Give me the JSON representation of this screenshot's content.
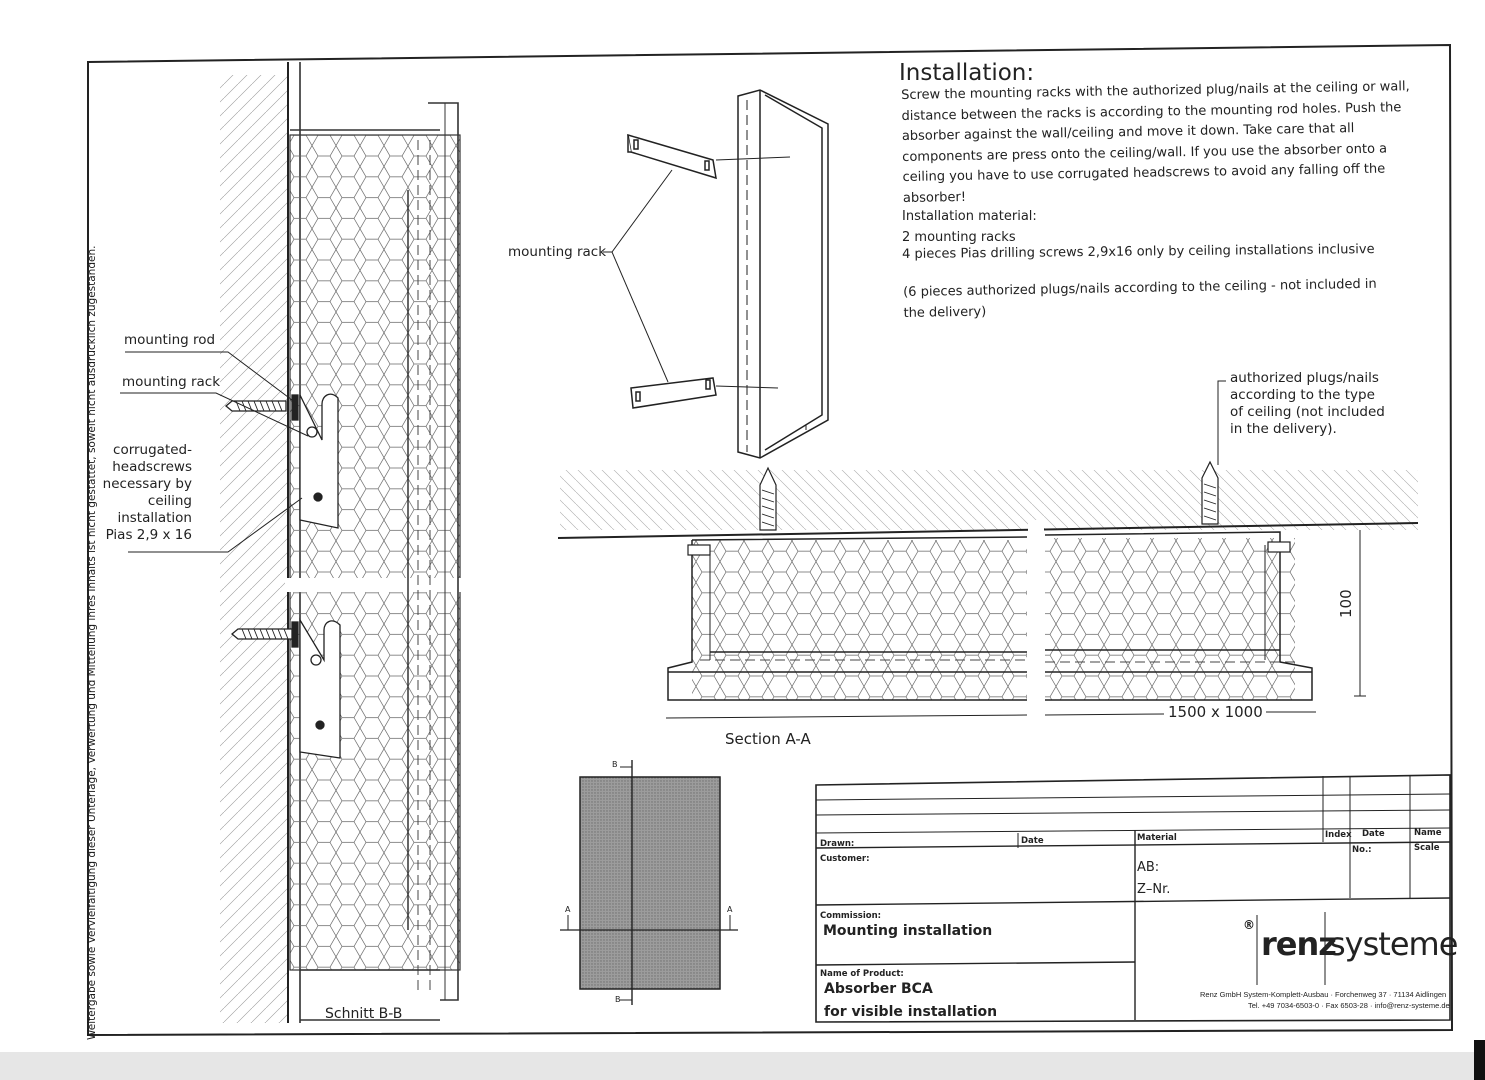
{
  "installation": {
    "title": "Installation:",
    "instructions": "Screw the mounting racks with the authorized plug/nails at the ceiling or wall, distance between the racks is according to the mounting rod holes. Push the absorber against the wall/ceiling and move it down. Take care that all components are press onto the ceiling/wall. If you use the absorber onto a ceiling you have to use corrugated headscrews to avoid any falling off the absorber!",
    "material_heading": "Installation material:",
    "material_item_1": "2 mounting racks",
    "material_item_2": "4 pieces Pias drilling screws 2,9x16 only by ceiling installations inclusive",
    "material_note": "(6 pieces authorized plugs/nails according to the ceiling - not included in the delivery)"
  },
  "labels": {
    "mounting_rack_3d": "mounting rack",
    "mounting_rod": "mounting rod",
    "mounting_rack_side": "mounting rack",
    "corrugated": "corrugated-\nheadscrews\nnecessary by\nceiling\ninstallation\nPias 2,9 x 16",
    "plugs": "authorized plugs/nails\naccording to the type\nof ceiling (not included\nin the delivery).",
    "section_aa": "Section A-A",
    "schnitt_bb": "Schnitt B-B",
    "dim_width": "1500 x 1000",
    "dim_height": "100",
    "mark_b_top": "B",
    "mark_b_bottom": "B",
    "mark_a_left": "A",
    "mark_a_right": "A"
  },
  "side_note": "Weitergabe sowie Vervielfältigung dieser Unterlage, Verwertung und Mitteilung ihres Inhalts ist nicht gestattet, soweit nicht ausdrücklich zugestanden.",
  "title_block": {
    "drawn": "Drawn:",
    "date": "Date",
    "material": "Material",
    "index": "Index",
    "date2": "Date",
    "name": "Name",
    "no": "No.:",
    "scale": "Scale",
    "customer": "Customer:",
    "ab": "AB:",
    "znr": "Z–Nr.",
    "commission_label": "Commission:",
    "commission_value": "Mounting installation",
    "product_label": "Name of Product:",
    "product_line1": "Absorber BCA",
    "product_line2": "for visible installation",
    "brand_left": "renz",
    "brand_right": "systeme",
    "registered": "®",
    "address1": "Renz GmbH System-Komplett-Ausbau · Forchenweg 37 · 71134 Aidlingen",
    "address2": "Tel. +49 7034-6503-0 · Fax 6503-28 · info@renz-systeme.de"
  }
}
